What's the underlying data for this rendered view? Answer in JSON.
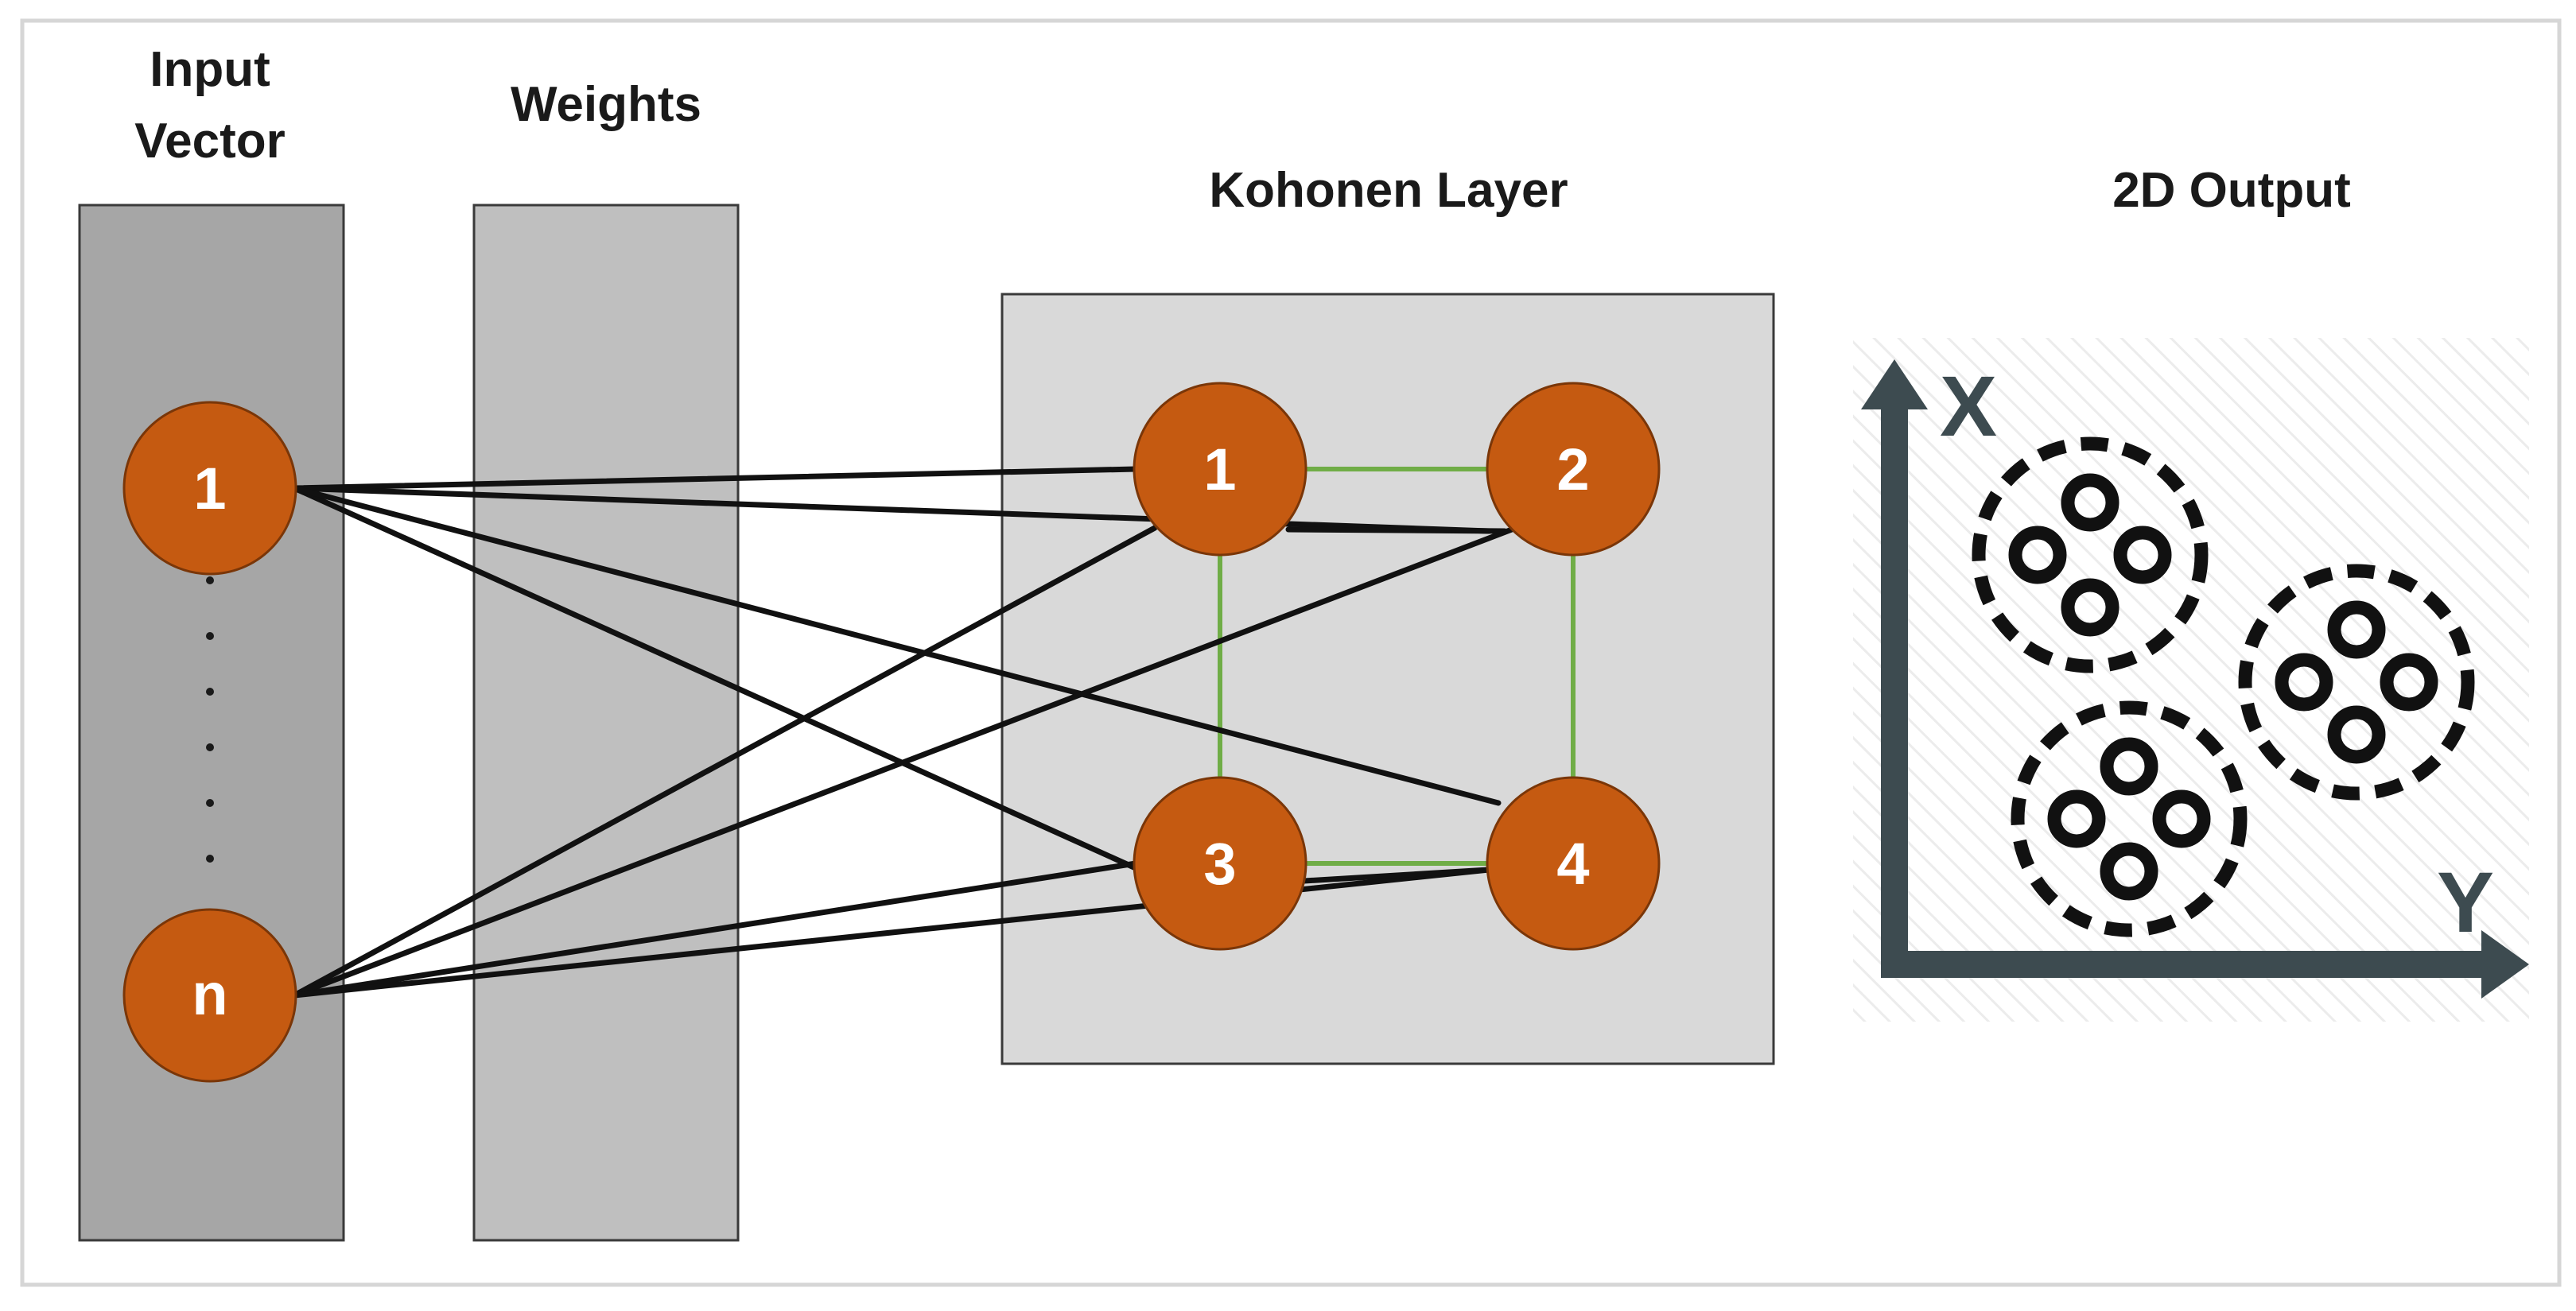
{
  "headers": {
    "input_line1": "Input",
    "input_line2": "Vector",
    "weights": "Weights",
    "kohonen": "Kohonen Layer",
    "output": "2D Output"
  },
  "input_nodes": [
    "1",
    "n"
  ],
  "kohonen_nodes": [
    "1",
    "2",
    "3",
    "4"
  ],
  "axes": {
    "vertical": "X",
    "horizontal": "Y"
  },
  "colors": {
    "node_fill": "#c55a11",
    "node_stroke": "#7a3608",
    "input_panel": "#a6a6a6",
    "weights_panel": "#bfbfbf",
    "kohonen_panel": "#d9d9d9",
    "grid_link": "#70ad47",
    "connection": "#111111",
    "axis": "#3d4b50"
  }
}
